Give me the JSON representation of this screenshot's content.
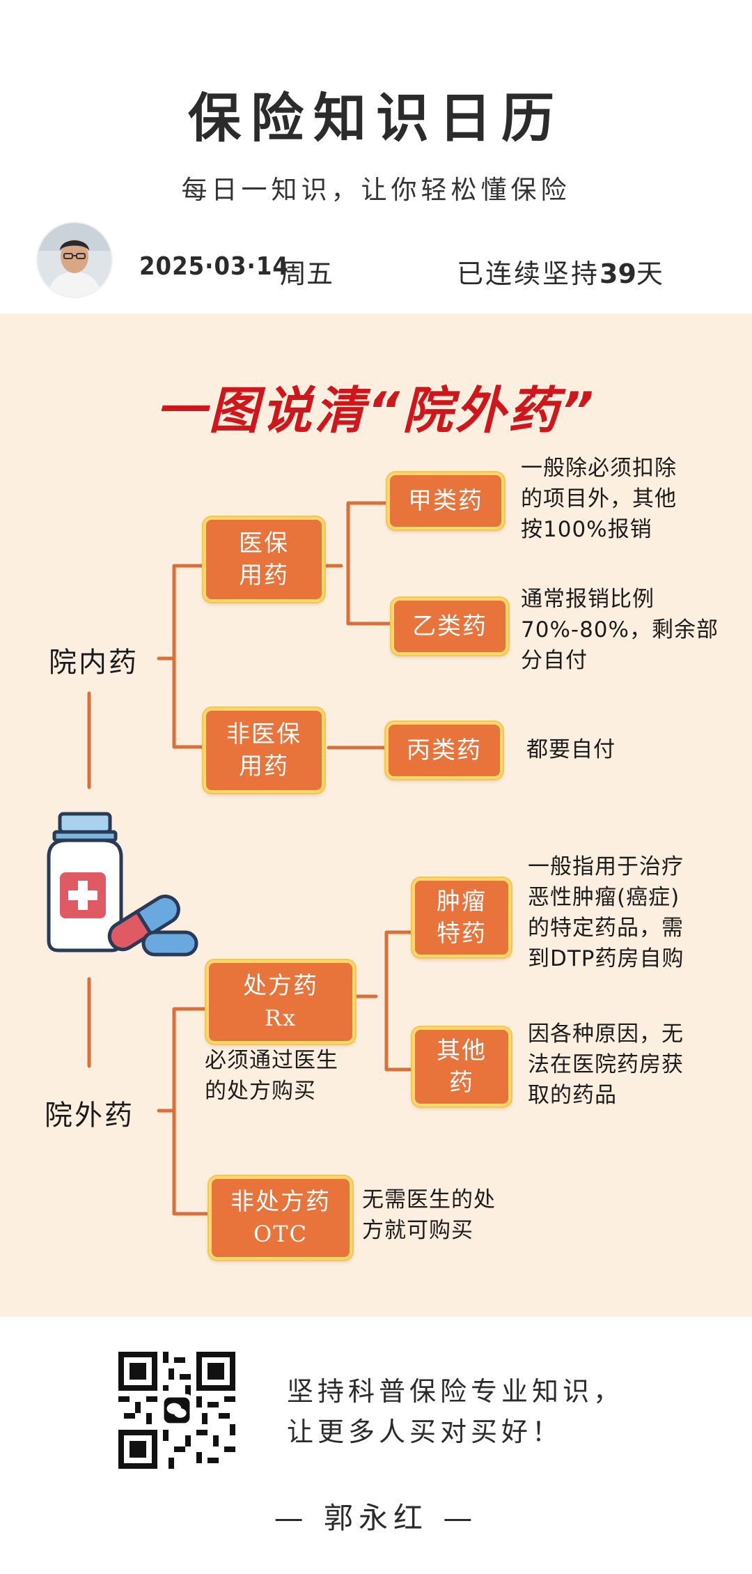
{
  "header": {
    "title": "保险知识日历",
    "subtitle": "每日一知识，让你轻松懂保险",
    "date": "2025·03·14",
    "weekday": "周五",
    "streak_prefix": "已连续坚持",
    "streak_days": "39",
    "streak_suffix": "天"
  },
  "diagram": {
    "heading": "一图说清“院外药”",
    "inpatient": {
      "label": "院内药",
      "insured": {
        "label_line1": "医保",
        "label_line2": "用药",
        "class_a": {
          "label": "甲类药",
          "note": [
            "一般除必须扣除",
            "的项目外，其他",
            "按100%报销"
          ]
        },
        "class_b": {
          "label": "乙类药",
          "note": [
            "通常报销比例",
            "70%-80%，剩余部",
            "分自付"
          ]
        }
      },
      "uninsured": {
        "label_line1": "非医保",
        "label_line2": "用药",
        "class_c": {
          "label": "丙类药",
          "note": [
            "都要自付"
          ]
        }
      }
    },
    "outpatient": {
      "label": "院外药",
      "rx": {
        "label_line1": "处方药",
        "label_line2": "Rx",
        "note": [
          "必须通过医生",
          "的处方购买"
        ],
        "cancer": {
          "label_line1": "肿瘤",
          "label_line2": "特药",
          "note": [
            "一般指用于治疗",
            "恶性肿瘤(癌症)",
            "的特定药品，需",
            "到DTP药房自购"
          ]
        },
        "other": {
          "label_line1": "其他",
          "label_line2": "药",
          "note": [
            "因各种原因，无",
            "法在医院药房获",
            "取的药品"
          ]
        }
      },
      "otc": {
        "label_line1": "非处方药",
        "label_line2": "OTC",
        "note": [
          "无需医生的处",
          "方就可购买"
        ]
      }
    },
    "colors": {
      "box_fill": "#e8733b",
      "box_border": "#f9d86a",
      "connector": "#d9703a",
      "heading": "#d0161b",
      "panel_bg": "#fcefdf"
    },
    "icons": [
      "medicine-bottle-icon",
      "capsule-pill-icon"
    ]
  },
  "footer": {
    "slogan_line1": "坚持科普保险专业知识，",
    "slogan_line2": "让更多人买对买好！",
    "author": "— 郭永红 —",
    "qr_icon": "wechat-qr-code-icon"
  }
}
